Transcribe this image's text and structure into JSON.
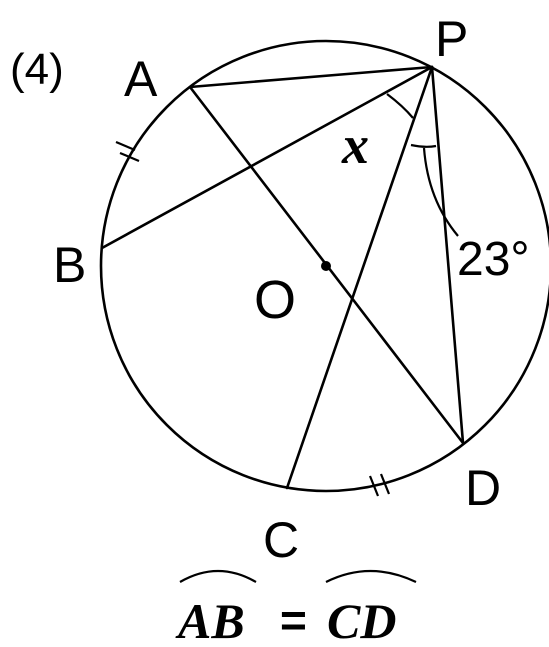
{
  "problem_number": "(4)",
  "points": {
    "A": "A",
    "B": "B",
    "C": "C",
    "D": "D",
    "P": "P",
    "O": "O"
  },
  "angle_unknown": "x",
  "angle_given": "23°",
  "equation": {
    "left": "AB",
    "sign": "=",
    "right": "CD"
  }
}
